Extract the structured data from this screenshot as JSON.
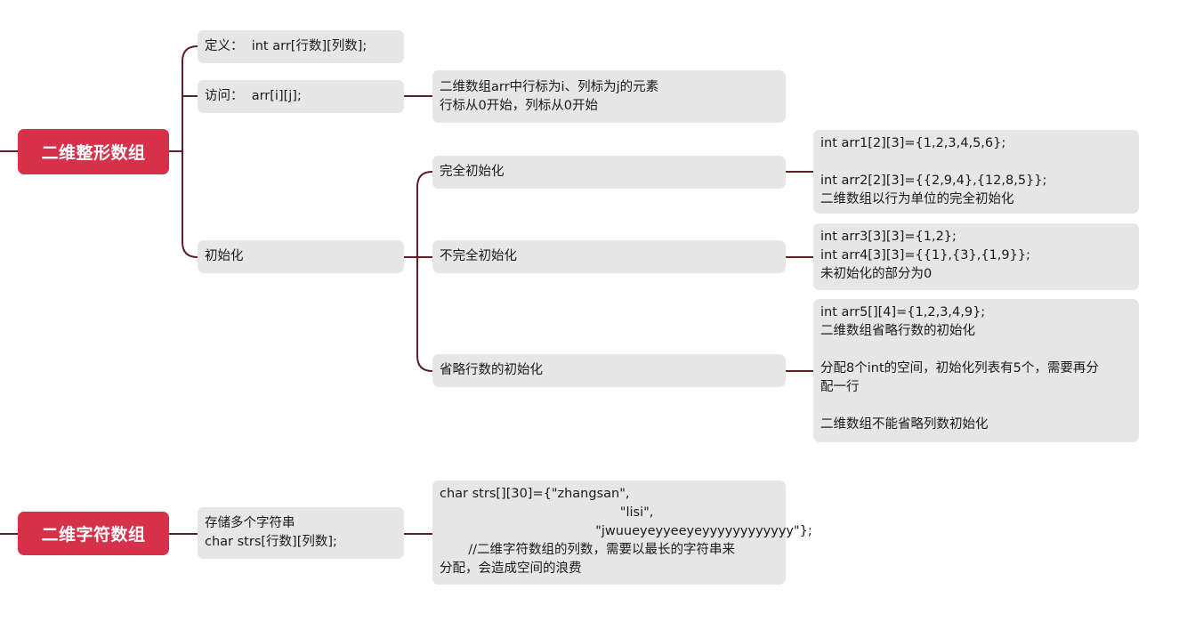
{
  "roots": {
    "array2d": "二维整形数组",
    "chararray2d": "二维字符数组"
  },
  "nodes": {
    "def": [
      "定义：  int arr[行数][列数];"
    ],
    "access": [
      "访问：  arr[i][j];"
    ],
    "access_note": [
      "二维数组arr中行标为i、列标为j的元素",
      "行标从0开始，列标从0开始"
    ],
    "init": [
      "初始化"
    ],
    "full_init": [
      "完全初始化"
    ],
    "full_init_note": [
      "int arr1[2][3]={1,2,3,4,5,6};",
      "",
      "int arr2[2][3]={{2,9,4},{12,8,5}};",
      "二维数组以行为单位的完全初始化"
    ],
    "partial_init": [
      "不完全初始化"
    ],
    "partial_init_note": [
      "int arr3[3][3]={1,2};",
      "int arr4[3][3]={{1},{3},{1,9}};",
      "未初始化的部分为0"
    ],
    "omit_rows": [
      "省略行数的初始化"
    ],
    "omit_rows_note": [
      "int arr5[][4]={1,2,3,4,9};",
      "二维数组省略行数的初始化",
      "",
      "分配8个int的空间，初始化列表有5个，需要再分",
      "配一行",
      "",
      "二维数组不能省略列数初始化"
    ],
    "store_strings": [
      "存储多个字符串",
      "char strs[行数][列数];"
    ],
    "store_strings_note": [
      "char strs[][30]={\"zhangsan\",",
      "                                            \"lisi\",",
      "                                      \"jwuueyeyyeeyeyyyyyyyyyyyy\"};",
      "       //二维字符数组的列数，需要以最长的字符串来",
      "分配，会造成空间的浪费"
    ]
  },
  "colors": {
    "root_fill": "#d5314b",
    "node_fill": "#e6e6e6",
    "connector": "#5a1f27",
    "text": "#1a1a1a"
  }
}
